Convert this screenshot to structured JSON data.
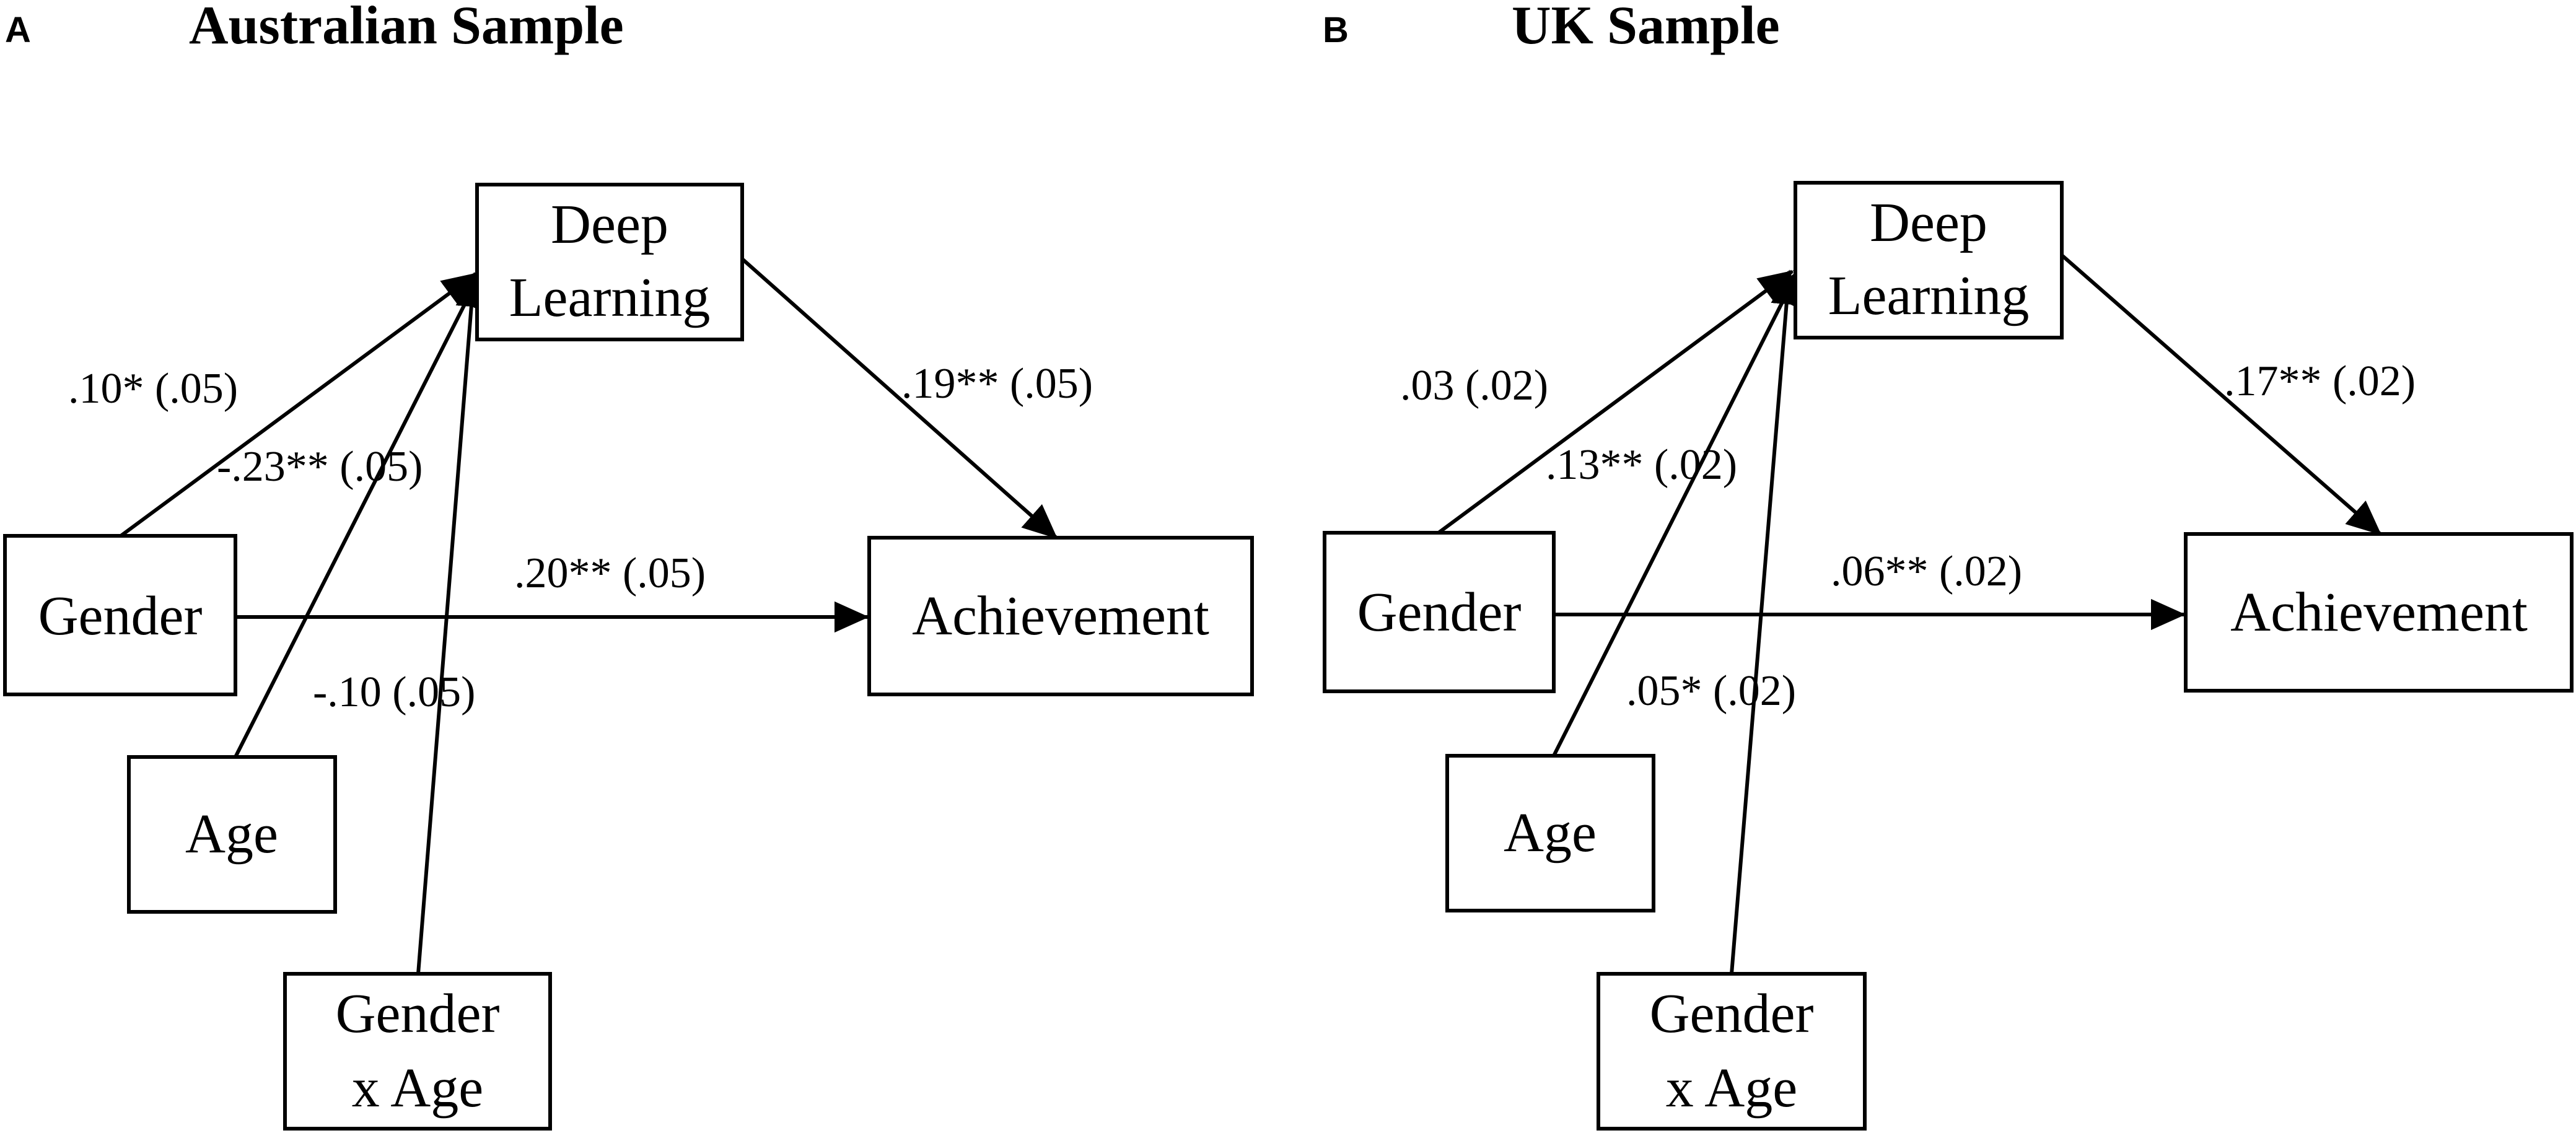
{
  "panels": [
    {
      "id": "a",
      "letter": "A",
      "title": "Australian Sample",
      "nodes": {
        "deep": [
          "Deep",
          "Learning"
        ],
        "gender": [
          "Gender"
        ],
        "achievement": [
          "Achievement"
        ],
        "age": [
          "Age"
        ],
        "gxa": [
          "Gender",
          "x Age"
        ]
      },
      "coefficients": {
        "gender_deep": ".10* (.05)",
        "age_deep": "-.23** (.05)",
        "gxa_deep": "-.10 (.05)",
        "deep_achievement": ".19** (.05)",
        "gender_achievement": ".20** (.05)"
      }
    },
    {
      "id": "b",
      "letter": "B",
      "title": "UK Sample",
      "nodes": {
        "deep": [
          "Deep",
          "Learning"
        ],
        "gender": [
          "Gender"
        ],
        "achievement": [
          "Achievement"
        ],
        "age": [
          "Age"
        ],
        "gxa": [
          "Gender",
          "x Age"
        ]
      },
      "coefficients": {
        "gender_deep": ".03 (.02)",
        "age_deep": ".13** (.02)",
        "gxa_deep": ".05* (.02)",
        "deep_achievement": ".17** (.02)",
        "gender_achievement": ".06** (.02)"
      }
    }
  ]
}
